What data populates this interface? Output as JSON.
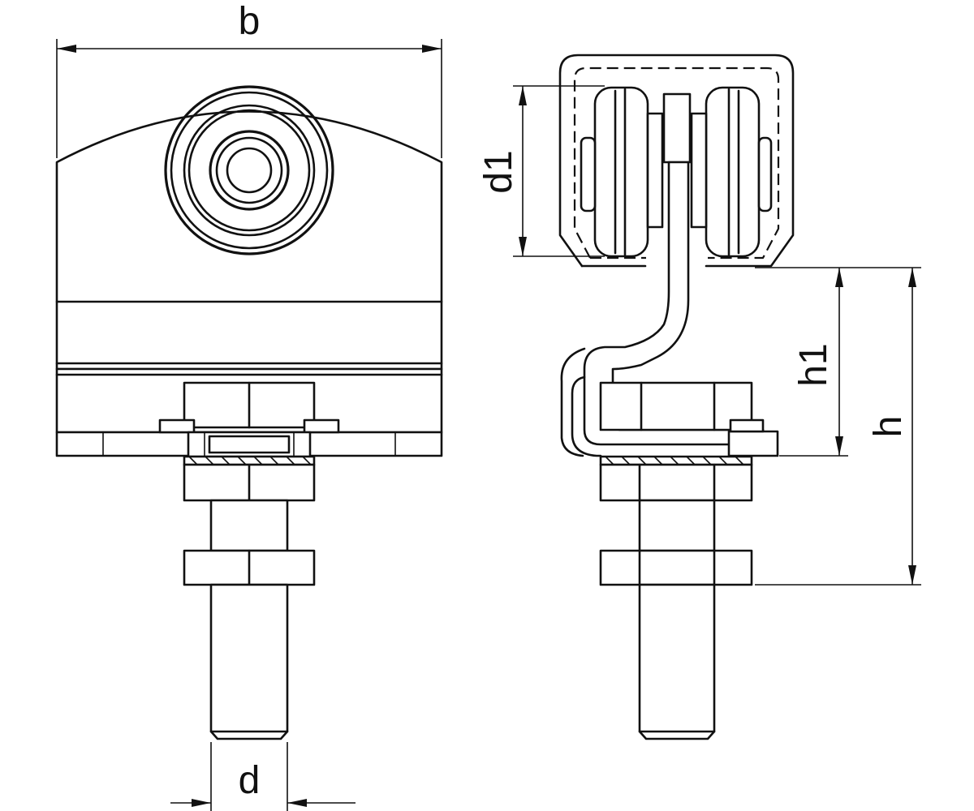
{
  "dimension_labels": {
    "b": "b",
    "d": "d",
    "d1": "d1",
    "h1": "h1",
    "h": "h"
  }
}
